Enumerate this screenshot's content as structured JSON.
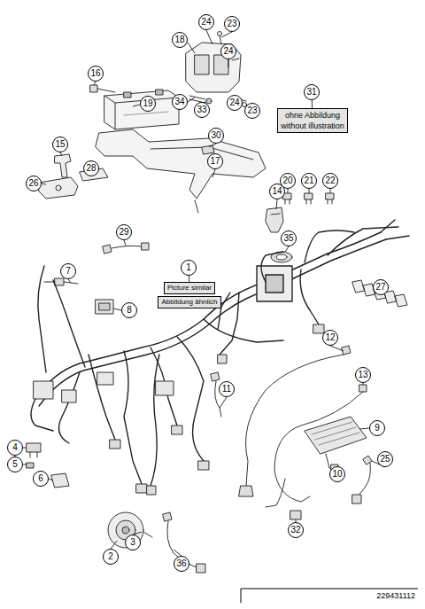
{
  "diagram": {
    "nodes": [
      {
        "text": [
          "1"
        ]
      },
      {
        "text": [
          "2"
        ]
      },
      {
        "text": [
          "3"
        ]
      },
      {
        "text": [
          "4"
        ]
      },
      {
        "text": [
          "5"
        ]
      },
      {
        "text": [
          "6"
        ]
      },
      {
        "text": [
          "7"
        ]
      },
      {
        "text": [
          "8"
        ]
      },
      {
        "text": [
          "9"
        ]
      },
      {
        "text": [
          "10"
        ]
      },
      {
        "text": [
          "11"
        ]
      },
      {
        "text": [
          "12"
        ]
      },
      {
        "text": [
          "13"
        ]
      },
      {
        "text": [
          "14"
        ]
      },
      {
        "text": [
          "15"
        ]
      },
      {
        "text": [
          "16"
        ]
      },
      {
        "text": [
          "17"
        ]
      },
      {
        "text": [
          "18"
        ]
      },
      {
        "text": [
          "19"
        ]
      },
      {
        "text": [
          "20"
        ]
      },
      {
        "text": [
          "21"
        ]
      },
      {
        "text": [
          "22"
        ]
      },
      {
        "text": [
          "23"
        ]
      },
      {
        "text": [
          "23"
        ]
      },
      {
        "text": [
          "24"
        ]
      },
      {
        "text": [
          "24"
        ]
      },
      {
        "text": [
          "24"
        ]
      },
      {
        "text": [
          "25"
        ]
      },
      {
        "text": [
          "26"
        ]
      },
      {
        "text": [
          "27"
        ]
      },
      {
        "text": [
          "28"
        ]
      },
      {
        "text": [
          "29"
        ]
      },
      {
        "text": [
          "30"
        ]
      },
      {
        "text": [
          "31"
        ]
      },
      {
        "text": [
          "32"
        ]
      },
      {
        "text": [
          "33"
        ]
      },
      {
        "text": [
          "34"
        ]
      },
      {
        "text": [
          "35"
        ]
      },
      {
        "text": [
          "36"
        ]
      },
      {
        "text": [
          "Picture similar"
        ]
      },
      {
        "text": [
          "Abbildung ähnlich"
        ]
      },
      {
        "text": [
          "ohne Abbildung",
          "without illustration"
        ]
      }
    ],
    "edges": [
      {
        "from": 0,
        "to": 39,
        "arrow": "none"
      },
      {
        "from": 33,
        "to": 41,
        "arrow": "none"
      }
    ],
    "labels": [
      "229431112"
    ]
  }
}
